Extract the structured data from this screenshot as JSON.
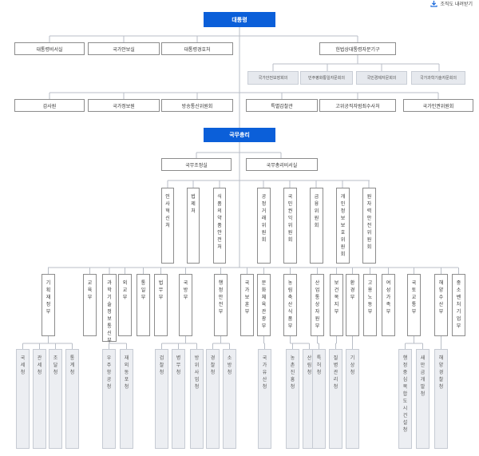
{
  "download": {
    "label": "조직도 내려받기",
    "icon": "download-icon"
  },
  "colors": {
    "primary": "#0b5fd9",
    "line": "#b9bec7",
    "gray_box": "#e6e9ee"
  },
  "president": "대통령",
  "president_offices": [
    "대통령비서실",
    "국가안보실",
    "대통령경호처"
  ],
  "advisory": {
    "title": "헌법상대통령자문기구",
    "items": [
      "국가안전보장회의",
      "민주평화통일자문회의",
      "국민경제자문회의",
      "국가과학기술자문회의"
    ]
  },
  "agencies": [
    "감사원",
    "국가정보원",
    "방송통신위원회",
    "특별감찰관",
    "고위공직자범죄수사처",
    "국가인권위원회"
  ],
  "prime_minister": "국무총리",
  "pm_offices": [
    "국무조정실",
    "국무총리비서실"
  ],
  "pm_agencies": [
    "인사혁신처",
    "법제처",
    "식품의약품안전처"
  ],
  "committees": [
    "공정거래위원회",
    "국민권익위원회",
    "금융위원회",
    "개인정보보호위원회",
    "원자력안전위원회"
  ],
  "ministries": [
    "기획재정부",
    "교육부",
    "과학기술정보통신부",
    "외교부",
    "통일부",
    "법무부",
    "국방부",
    "행정안전부",
    "국가보훈부",
    "문화체육관광부",
    "농림축산식품부",
    "산업통상자원부",
    "보건복지부",
    "환경부",
    "고용노동부",
    "여성가족부",
    "국토교통부",
    "해양수산부",
    "중소벤처기업부"
  ],
  "sub_agencies": [
    "국세청",
    "관세청",
    "조달청",
    "통계청",
    "우주항공청",
    "재외동포청",
    "검찰청",
    "병무청",
    "방위사업청",
    "경찰청",
    "소방청",
    "국가유산청",
    "농촌진흥청",
    "산림청",
    "특허청",
    "질병관리청",
    "기상청",
    "행정중심복합도시건설청",
    "새만금개발청",
    "해양경찰청"
  ]
}
